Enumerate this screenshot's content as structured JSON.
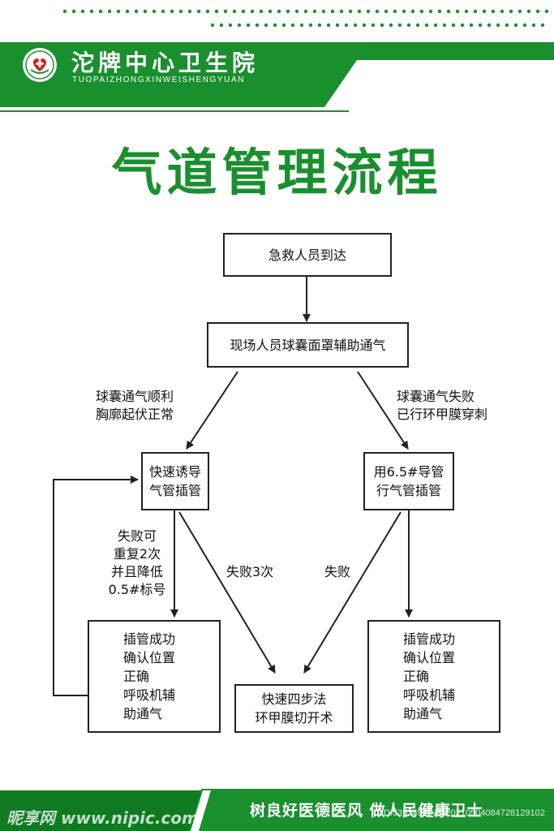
{
  "colors": {
    "brand_green": "#1a8f2e",
    "dark_green": "#0f7a22",
    "line": "#222222"
  },
  "header": {
    "hospital_name": "沱牌中心卫生院",
    "hospital_pinyin": "TUOPAIZHONGXINWEISHENGYUAN",
    "logo_icon": "hospital-emblem-icon"
  },
  "title": "气道管理流程",
  "flow": {
    "arrive": "急救人员到达",
    "bag_mask": "现场人员球囊面罩辅助通气",
    "label_success": "球囊通气顺利\n胸廓起伏正常",
    "label_fail_cric": "球囊通气失败\n已行环甲膜穿刺",
    "rapid_intubation": "快速诱导\n气管插管",
    "tube_65": "用6.5#导管\n行气管插管",
    "label_retry": "失败可\n重复2次\n并且降低\n0.5#标号",
    "label_fail3": "失败3次",
    "label_fail": "失败",
    "confirm_left": "插管成功\n确认位置\n正确\n呼吸机辅\n助通气",
    "cric_surgery": "快速四步法\n环甲膜切开术",
    "confirm_right": "插管成功\n确认位置\n正确\n呼吸机辅\n助通气"
  },
  "footer": {
    "slogan": "树良好医德医风 做人民健康卫士",
    "watermark_left": "昵享网 www.nipic.com",
    "watermark_right": "ID:5353499 NO:20210504084728129102"
  }
}
